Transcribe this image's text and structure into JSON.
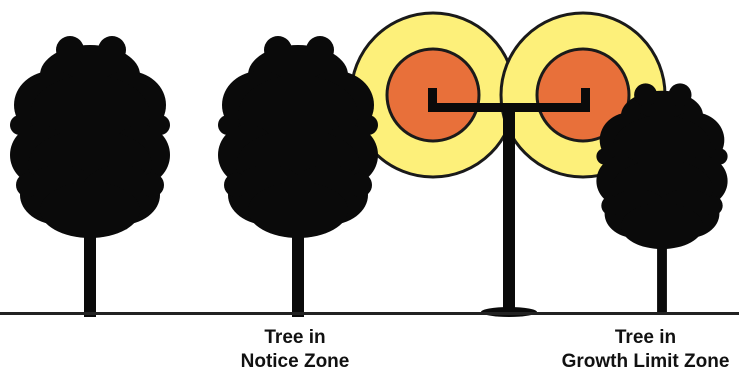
{
  "captions": {
    "notice": {
      "line1": "Tree in",
      "line2": "Notice Zone"
    },
    "growth": {
      "line1": "Tree in",
      "line2": "Growth Limit Zone"
    }
  },
  "colors": {
    "tree": "#0a0a0a",
    "outer_zone": "#fdf07a",
    "inner_zone": "#e8703a",
    "zone_outline": "#1a1a1a",
    "pole": "#0a0a0a",
    "ground": "#222222",
    "background": "#ffffff"
  }
}
